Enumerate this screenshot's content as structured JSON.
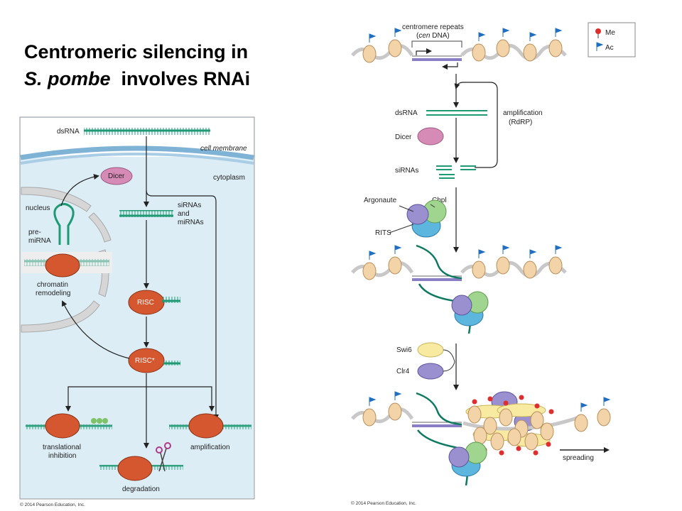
{
  "title": {
    "line1": "Centromeric silencing in",
    "line2_italic": "S. pombe",
    "line2_rest": "involves RNAi"
  },
  "left_panel": {
    "dsrna": "dsRNA",
    "cell_membrane": "cell membrane",
    "cytoplasm": "cytoplasm",
    "dicer": "Dicer",
    "nucleus": "nucleus",
    "pre_mirna_1": "pre-",
    "pre_mirna_2": "miRNA",
    "sirnas_1": "siRNAs",
    "sirnas_2": "and",
    "sirnas_3": "miRNAs",
    "chromatin_1": "chromatin",
    "chromatin_2": "remodeling",
    "risc": "RISC",
    "risc_star": "RISC*",
    "translational_1": "translational",
    "translational_2": "inhibition",
    "amplification": "amplification",
    "degradation": "degradation",
    "copyright": "© 2014 Pearson Education, Inc."
  },
  "right_panel": {
    "cen_repeats_1": "centromere repeats",
    "cen_repeats_2_open": "(",
    "cen_repeats_2_italic": "cen",
    "cen_repeats_2_rest": " DNA)",
    "legend_me": "Me",
    "legend_ac": "Ac",
    "dsrna": "dsRNA",
    "dicer": "Dicer",
    "sirnas": "siRNAs",
    "amplification_1": "amplification",
    "amplification_2": "(RdRP)",
    "argonaute": "Argonaute",
    "chpl": "Chpl",
    "rits": "RITS",
    "swi6": "Swi6",
    "clr4": "Clr4",
    "spreading": "spreading",
    "copyright": "© 2014 Pearson Education, Inc."
  },
  "colors": {
    "rna_green": "#1f9a74",
    "dicer_pink": "#d68bb7",
    "risc_orange": "#d5572f",
    "cell_blue": "#dcedf6",
    "membrane_blue": "#7fb3d6",
    "nucleosome_tan": "#f3d3a8",
    "argonaute_purple": "#9a8fcf",
    "chpl_green": "#9fd58e",
    "rits_blue": "#5db6de",
    "swi6_yellow": "#f8eaa0",
    "me_red": "#e02d2d",
    "ac_blue": "#1f6fc0"
  }
}
